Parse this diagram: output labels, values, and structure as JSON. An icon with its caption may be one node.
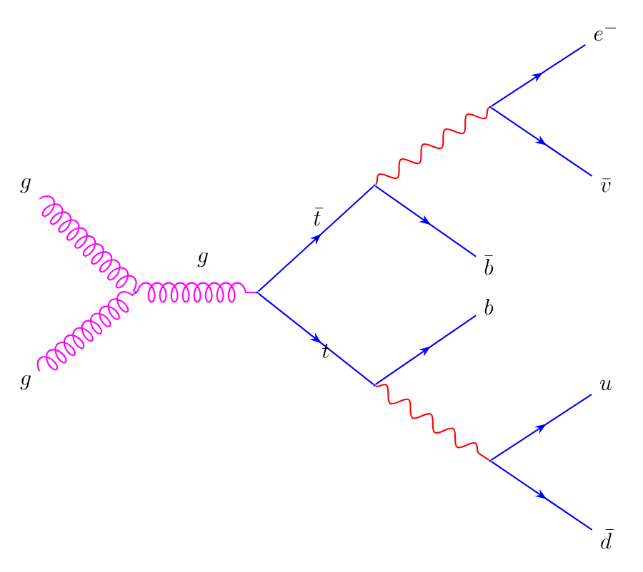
{
  "diagram": {
    "nodes": [
      {
        "text": [
          "g"
        ]
      },
      {
        "text": [
          "g"
        ]
      },
      {
        "text": [],
        "shape": "point"
      },
      {
        "text": [],
        "shape": "point"
      },
      {
        "text": [],
        "shape": "point"
      },
      {
        "text": [],
        "shape": "point"
      },
      {
        "text": [],
        "shape": "point"
      },
      {
        "text": [],
        "shape": "point"
      },
      {
        "text": [
          "e^{-}"
        ]
      },
      {
        "text": [
          "\\bar{v}"
        ]
      },
      {
        "text": [
          "\\bar{b}"
        ]
      },
      {
        "text": [
          "b"
        ]
      },
      {
        "text": [
          "u"
        ]
      },
      {
        "text": [
          "\\bar{d}"
        ]
      }
    ],
    "edges": [
      {
        "from": 0,
        "to": 2,
        "arrow": "none",
        "color": "#ff00ff"
      },
      {
        "from": 1,
        "to": 2,
        "arrow": "none",
        "color": "#ff00ff"
      },
      {
        "from": 2,
        "to": 3,
        "arrow": "none",
        "color": "#ff00ff",
        "label": "g"
      },
      {
        "from": 3,
        "to": 4,
        "arrow": "to",
        "label": "\\bar{t}"
      },
      {
        "from": 3,
        "to": 5,
        "arrow": "to",
        "label": "t"
      },
      {
        "from": 4,
        "to": 10,
        "arrow": "to"
      },
      {
        "from": 4,
        "to": 6,
        "arrow": "none",
        "color": "#ff0000"
      },
      {
        "from": 6,
        "to": 8,
        "arrow": "to"
      },
      {
        "from": 6,
        "to": 9,
        "arrow": "to"
      },
      {
        "from": 5,
        "to": 11,
        "arrow": "to"
      },
      {
        "from": 5,
        "to": 7,
        "arrow": "none",
        "color": "#ff0000"
      },
      {
        "from": 7,
        "to": 12,
        "arrow": "to"
      },
      {
        "from": 7,
        "to": 13,
        "arrow": "to"
      }
    ]
  }
}
